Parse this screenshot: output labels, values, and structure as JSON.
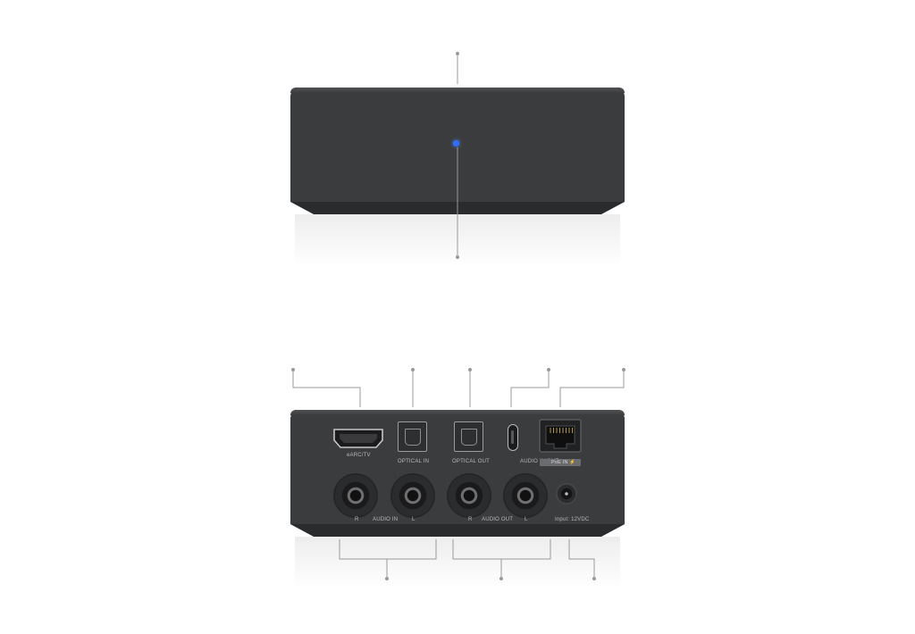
{
  "colors": {
    "body": "#3b3c3e",
    "led": "#2f6dff",
    "label": "#b9b9b9",
    "callout": "#9a9a9a"
  },
  "rear_ports": {
    "hdmi_label": "eARC/TV",
    "optical_in_label": "OPTICAL IN",
    "optical_out_label": "OPTICAL OUT",
    "usbc_label": "AUDIO IN/OUT",
    "ethernet_label": "PoE IN ⚡",
    "audio_in_r": "R",
    "audio_in_label": "AUDIO IN",
    "audio_in_l": "L",
    "audio_out_r": "R",
    "audio_out_label": "AUDIO OUT",
    "audio_out_l": "L",
    "power_label": "Input: 12VDC"
  },
  "icons": [
    "status-led-icon",
    "hdmi-port-icon",
    "optical-port-icon",
    "usb-c-port-icon",
    "ethernet-port-icon",
    "rca-jack-icon",
    "dc-jack-icon"
  ]
}
